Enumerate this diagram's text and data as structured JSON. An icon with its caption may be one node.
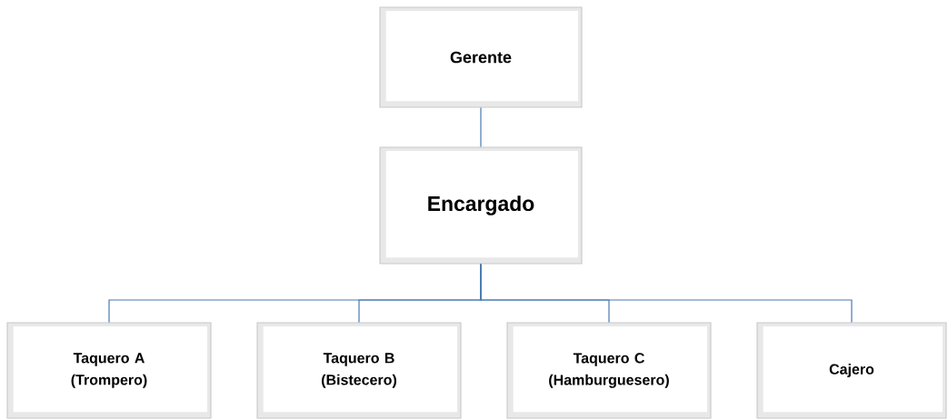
{
  "diagram": {
    "nodes": [
      {
        "text": [
          "Gerente"
        ]
      },
      {
        "text": [
          "Encargado"
        ]
      },
      {
        "text": [
          "Taquero A (Trompero)"
        ]
      },
      {
        "text": [
          "Taquero B (Bistecero)"
        ]
      },
      {
        "text": [
          "Taquero C (Hamburguesero)"
        ]
      },
      {
        "text": [
          "Cajero"
        ]
      }
    ],
    "edges": [
      {
        "from": 0,
        "to": 1,
        "arrow": "none"
      },
      {
        "from": 1,
        "to": 2,
        "arrow": "none"
      },
      {
        "from": 1,
        "to": 3,
        "arrow": "none"
      },
      {
        "from": 1,
        "to": 4,
        "arrow": "none"
      },
      {
        "from": 1,
        "to": 5,
        "arrow": "none"
      }
    ]
  }
}
